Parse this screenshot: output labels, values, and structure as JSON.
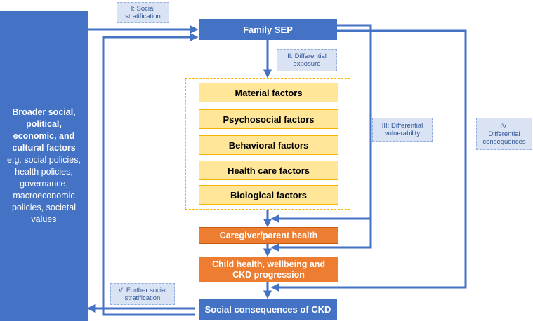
{
  "broader": {
    "title": "Broader social, political, economic, and cultural factors",
    "body": "e.g. social policies, health policies, governance, macroeconomic policies, societal values"
  },
  "family_sep": "Family SEP",
  "factors": [
    "Material factors",
    "Psychosocial factors",
    "Behavioral factors",
    "Health care factors",
    "Biological factors"
  ],
  "caregiver": "Caregiver/parent health",
  "child": {
    "line1": "Child health, wellbeing and",
    "line2": "CKD progression"
  },
  "social_consequences": "Social consequences of CKD",
  "notes": {
    "n1": {
      "line1": "I: Social",
      "line2": "stratification"
    },
    "n2": {
      "line1": "II: Differential",
      "line2": "exposure"
    },
    "n3": {
      "line1": "III: Differential",
      "line2": "vulnerability"
    },
    "n4": {
      "line1": "IV:",
      "line2": "Differential",
      "line3": "consequences"
    },
    "n5": {
      "line1": "V: Further social",
      "line2": "stratification"
    }
  },
  "colors": {
    "blue": "#4472c4",
    "orange": "#ed7d31",
    "yellow": "#ffe699",
    "note_bg": "#dae3f3"
  }
}
